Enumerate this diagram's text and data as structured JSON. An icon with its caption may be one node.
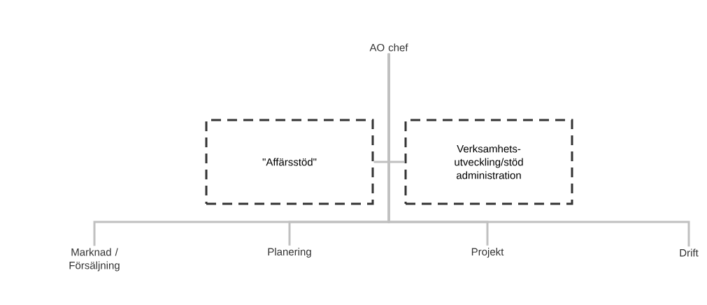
{
  "diagram": {
    "nodes": [
      {
        "text": [
          "AO chef"
        ]
      },
      {
        "text": [
          "\"Affärsstöd\""
        ]
      },
      {
        "text": [
          "Verksamhets- utveckling/stöd administration"
        ]
      },
      {
        "text": [
          "Marknad / Försäljning"
        ]
      },
      {
        "text": [
          "Planering"
        ]
      },
      {
        "text": [
          "Projekt"
        ]
      },
      {
        "text": [
          "Drift"
        ]
      }
    ],
    "edges": [
      {
        "from": 0,
        "to": 1,
        "arrow": "none"
      },
      {
        "from": 0,
        "to": 2,
        "arrow": "none"
      },
      {
        "from": 0,
        "to": 3,
        "arrow": "none"
      },
      {
        "from": 0,
        "to": 4,
        "arrow": "none"
      },
      {
        "from": 0,
        "to": 5,
        "arrow": "none"
      },
      {
        "from": 0,
        "to": 6,
        "arrow": "none"
      }
    ]
  }
}
